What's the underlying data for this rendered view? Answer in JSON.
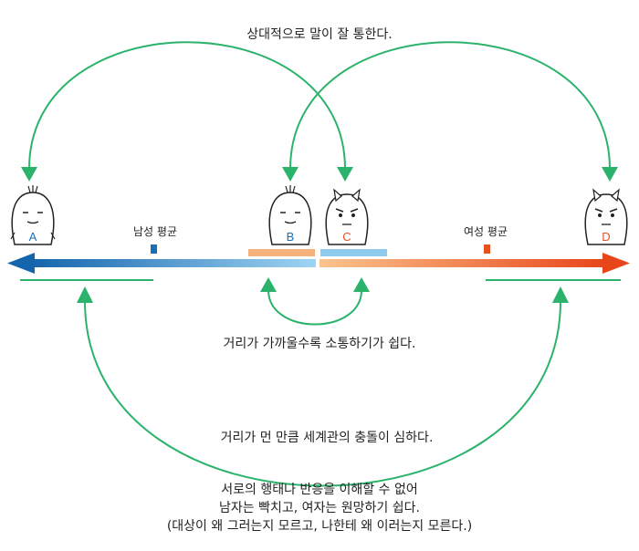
{
  "top_caption": "상대적으로 말이 잘 통한다.",
  "middle_caption": "거리가 가까울수록 소통하기가 쉽다.",
  "lower_caption": "거리가 먼 만큼 세계관의 충돌이 심하다.",
  "bottom_note": {
    "line1": "서로의 행태나 반응을 이해할 수 없어",
    "line2": "남자는 빡치고, 여자는 원망하기 쉽다.",
    "line3": "(대상이 왜 그러는지 모르고, 나한테 왜 이러는지 모른다.)"
  },
  "male_avg_label": "남성 평균",
  "female_avg_label": "여성 평균",
  "people": [
    {
      "letter": "A",
      "type": "male"
    },
    {
      "letter": "B",
      "type": "male"
    },
    {
      "letter": "C",
      "type": "female"
    },
    {
      "letter": "D",
      "type": "female"
    }
  ],
  "colors": {
    "male_blue": "#1a6fb5",
    "male_light": "#8ecbef",
    "female_orange": "#e8501e",
    "female_light": "#f5b27c",
    "arrow_green": "#2bb36b",
    "outline": "#222222"
  },
  "icons": {
    "male_figure": "boy-face-icon",
    "female_figure": "girl-face-icon",
    "arrow_head": "triangle-arrowhead-icon"
  }
}
